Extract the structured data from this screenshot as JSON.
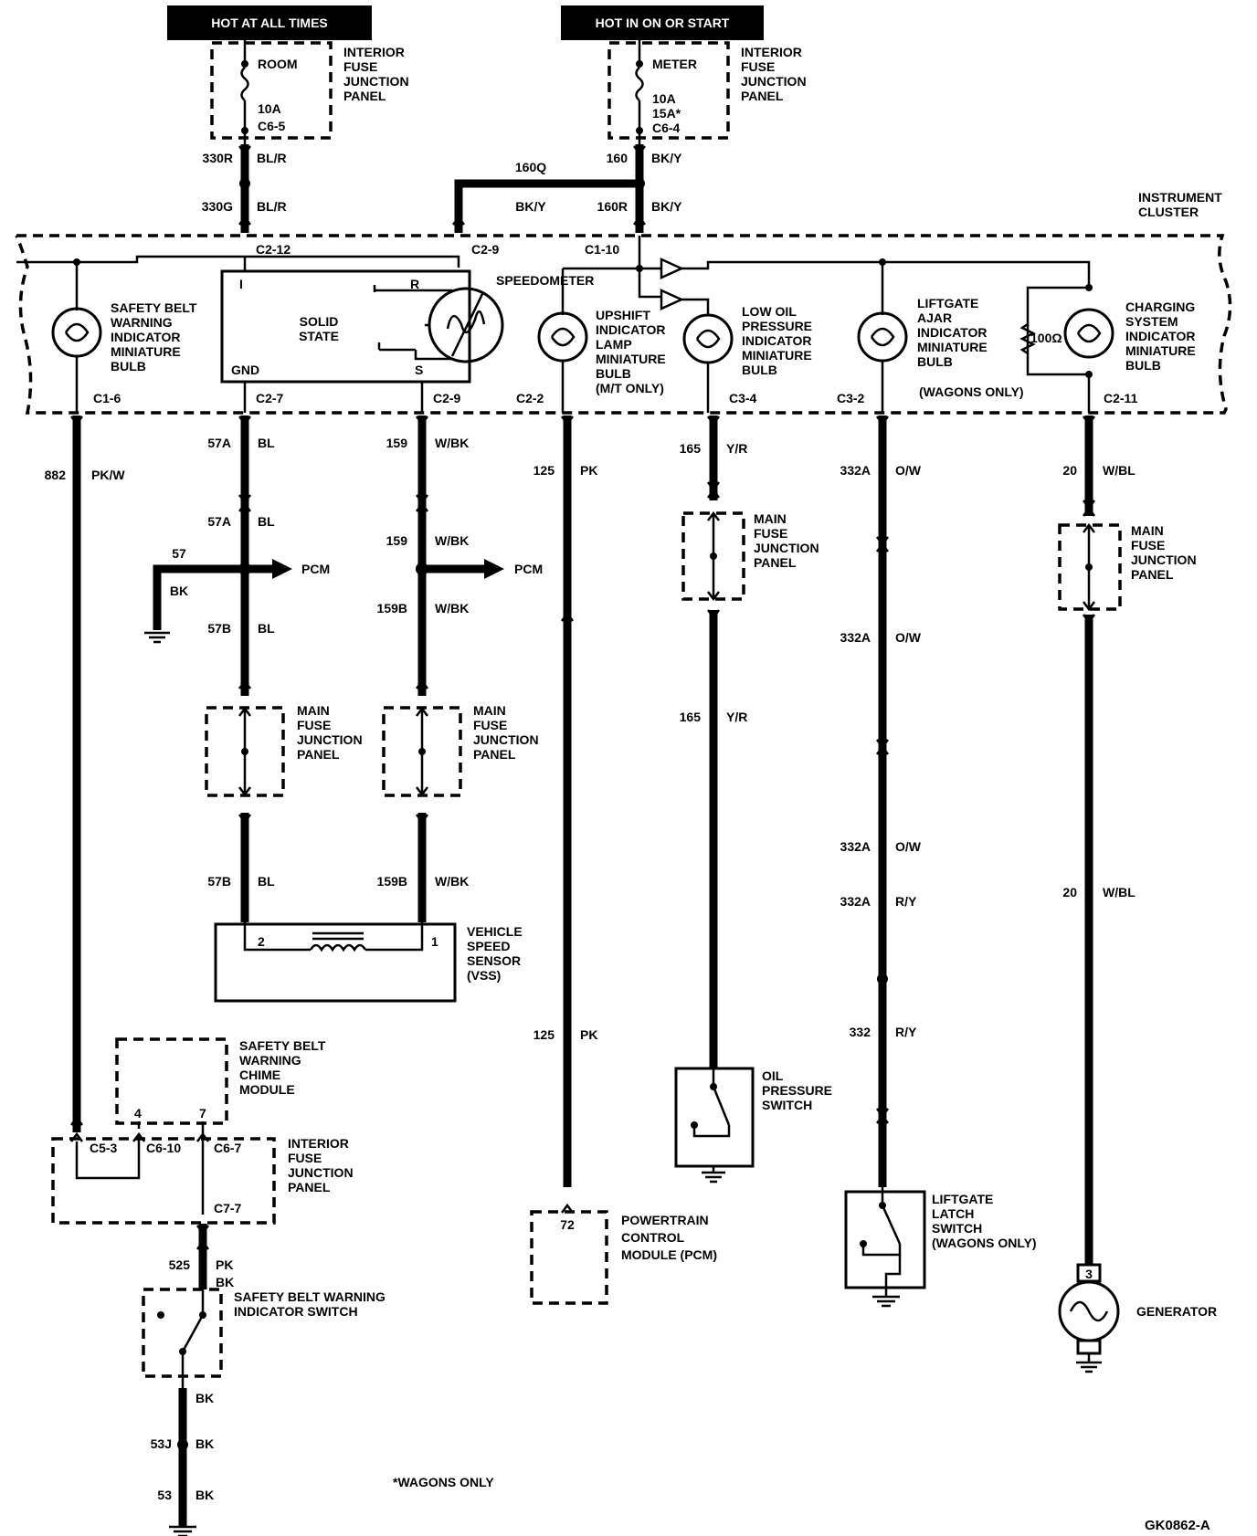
{
  "header": {
    "hot_at_all_times": "HOT AT ALL TIMES",
    "hot_in_on_or_start": "HOT IN ON OR START"
  },
  "fuse_panels": {
    "interior_fuse_junction_panel": [
      "INTERIOR",
      "FUSE",
      "JUNCTION",
      "PANEL"
    ],
    "main_fuse_junction_panel": [
      "MAIN",
      "FUSE",
      "JUNCTION",
      "PANEL"
    ],
    "room_fuse": {
      "name": "ROOM",
      "rating": "10A",
      "connector": "C6-5"
    },
    "meter_fuse": {
      "name": "METER",
      "rating": "10A",
      "rating_alt": "15A*",
      "connector": "C6-4"
    }
  },
  "instrument_cluster": {
    "label": [
      "INSTRUMENT",
      "CLUSTER"
    ],
    "connectors": {
      "c2_12": "C2-12",
      "c2_9_top": "C2-9",
      "c1_10": "C1-10",
      "c1_6": "C1-6",
      "c2_7": "C2-7",
      "c2_9_bottom": "C2-9",
      "c2_2": "C2-2",
      "c3_4": "C3-4",
      "c3_2": "C3-2",
      "c2_11": "C2-11"
    },
    "safety_belt_bulb": [
      "SAFETY BELT",
      "WARNING",
      "INDICATOR",
      "MINIATURE",
      "BULB"
    ],
    "solid_state": {
      "title": [
        "SOLID",
        "STATE"
      ],
      "pin_i": "I",
      "pin_r": "R",
      "pin_s": "S",
      "gnd": "GND"
    },
    "speedometer": "SPEEDOMETER",
    "upshift_bulb": [
      "UPSHIFT",
      "INDICATOR",
      "LAMP",
      "MINIATURE",
      "BULB",
      "(M/T ONLY)"
    ],
    "low_oil_bulb": [
      "LOW OIL",
      "PRESSURE",
      "INDICATOR",
      "MINIATURE",
      "BULB"
    ],
    "liftgate_bulb": [
      "LIFTGATE",
      "AJAR",
      "INDICATOR",
      "MINIATURE",
      "BULB"
    ],
    "wagons_only": "(WAGONS ONLY)",
    "charging_bulb": [
      "CHARGING",
      "SYSTEM",
      "INDICATOR",
      "MINIATURE",
      "BULB"
    ],
    "resistor": "100Ω"
  },
  "circuits": {
    "c330R": "330R",
    "c330G": "330G",
    "bl_r": "BL/R",
    "c160": "160",
    "c160Q": "160Q",
    "c160R": "160R",
    "bk_y": "BK/Y",
    "c882": "882",
    "pk_w": "PK/W",
    "c57A": "57A",
    "c57": "57",
    "c57B": "57B",
    "bl": "BL",
    "bk": "BK",
    "c159": "159",
    "c159B": "159B",
    "w_bk": "W/BK",
    "c125": "125",
    "pk": "PK",
    "c165": "165",
    "y_r": "Y/R",
    "c332A": "332A",
    "c332": "332",
    "o_w": "O/W",
    "r_y": "R/Y",
    "c20": "20",
    "w_bl": "W/BL",
    "c525": "525",
    "c53J": "53J",
    "c53": "53",
    "pcm": "PCM"
  },
  "components": {
    "vss": {
      "label": [
        "VEHICLE",
        "SPEED",
        "SENSOR",
        "(VSS)"
      ],
      "pin2": "2",
      "pin1": "1"
    },
    "chime": {
      "label": [
        "SAFETY BELT",
        "WARNING",
        "CHIME",
        "MODULE"
      ],
      "pin4": "4",
      "pin7": "7"
    },
    "interior_panel_connectors": {
      "c5_3": "C5-3",
      "c6_10": "C6-10",
      "c6_7": "C6-7",
      "c7_7": "C7-7"
    },
    "belt_switch": [
      "SAFETY BELT WARNING",
      "INDICATOR SWITCH"
    ],
    "pcm_module": {
      "label": [
        "POWERTRAIN",
        "CONTROL",
        "MODULE (PCM)"
      ],
      "pin": "72"
    },
    "oil_switch": [
      "OIL",
      "PRESSURE",
      "SWITCH"
    ],
    "liftgate_switch": [
      "LIFTGATE",
      "LATCH",
      "SWITCH",
      "(WAGONS ONLY)"
    ],
    "generator": {
      "label": "GENERATOR",
      "pin": "3"
    }
  },
  "footnote": "*WAGONS ONLY",
  "figure_id": "GK0862-A"
}
